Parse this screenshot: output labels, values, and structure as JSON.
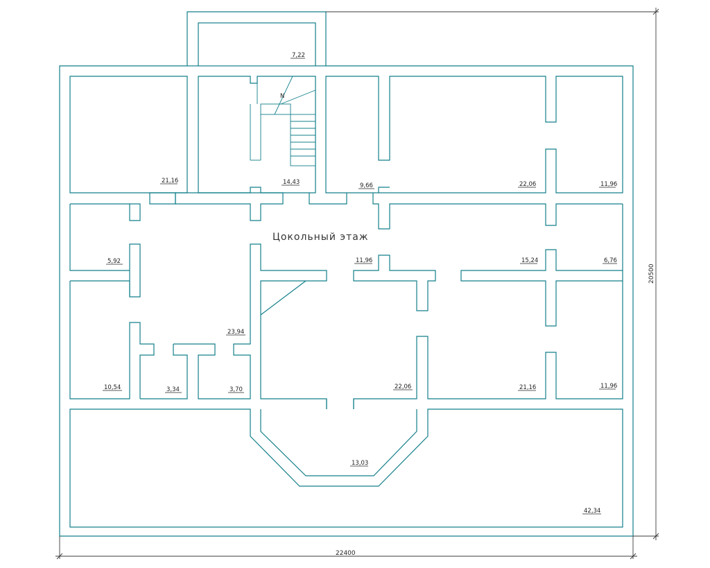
{
  "plan": {
    "title": "Цокольный этаж",
    "width_dimension": "22400",
    "height_dimension": "20500",
    "north_marker": "N",
    "room_areas": [
      "7,22",
      "21,16",
      "14,43",
      "9,66",
      "22,06",
      "11,96",
      "5,92",
      "11,96",
      "15,24",
      "6,76",
      "23,94",
      "10,54",
      "3,34",
      "3,70",
      "22,06",
      "21,16",
      "11,96",
      "13,03",
      "42,34"
    ]
  },
  "colors": {
    "walls": "#137f8a",
    "dimensions": "#3a3a3a",
    "text": "#222222"
  }
}
